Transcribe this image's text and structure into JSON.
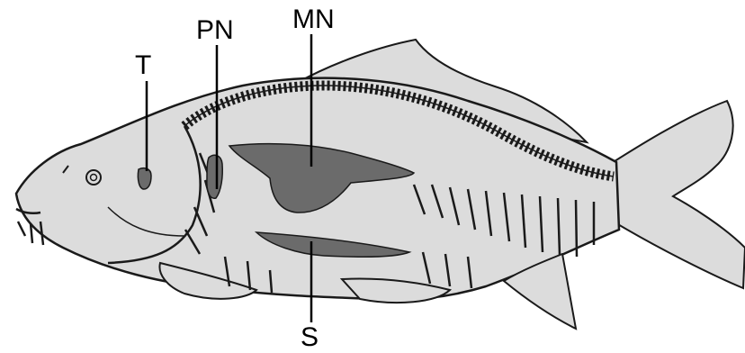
{
  "colors": {
    "body_fill": "#dcdcdc",
    "organ_fill": "#6b6b6b",
    "outline": "#1a1a1a",
    "background": "#ffffff"
  },
  "labels": {
    "t": "T",
    "pn": "PN",
    "mn": "MN",
    "s": "S"
  }
}
